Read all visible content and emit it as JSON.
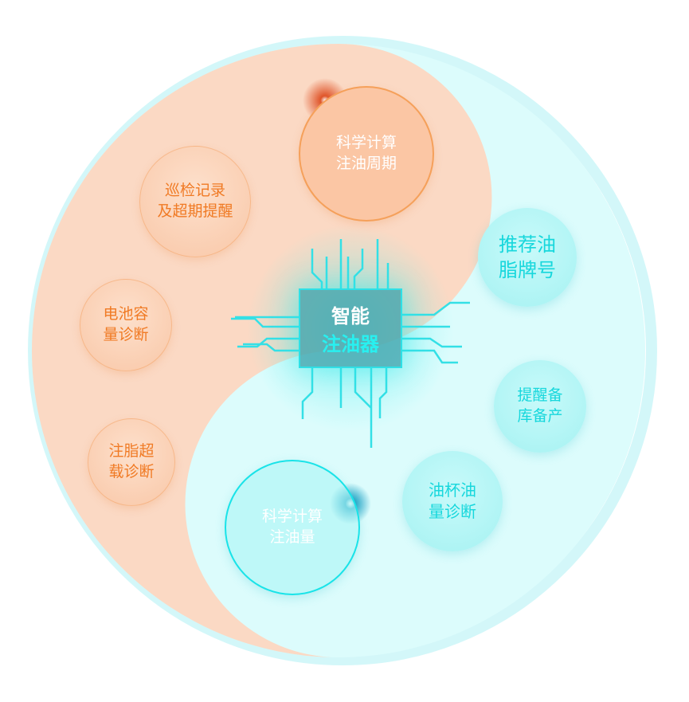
{
  "center": {
    "line1": "智能",
    "line2": "注油器"
  },
  "orange_nodes": [
    {
      "label": "科学计算\n注油周期"
    },
    {
      "label": "巡检记录\n及超期提醒"
    },
    {
      "label": "电池容\n量诊断"
    },
    {
      "label": "注脂超\n载诊断"
    }
  ],
  "cyan_nodes": [
    {
      "label": "推荐油\n脂牌号"
    },
    {
      "label": "提醒备\n库备产"
    },
    {
      "label": "油杯油\n量诊断"
    },
    {
      "label": "科学计算\n注油量"
    }
  ],
  "colors": {
    "orange": "#fbd9c4",
    "cyan": "#dcfcfc",
    "orange_text": "#f07a24",
    "cyan_text": "#17d7dc"
  }
}
